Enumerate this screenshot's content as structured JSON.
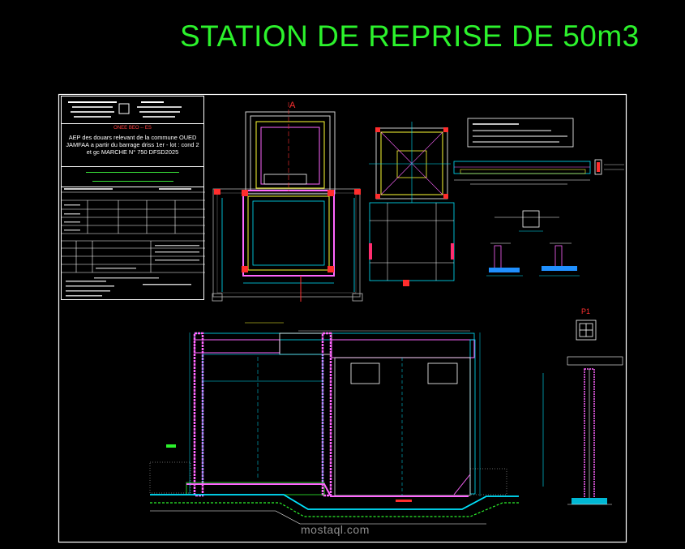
{
  "title": "STATION DE REPRISE DE 50m3",
  "title_color": "#2cf22c",
  "title_block": {
    "client_text": "ONEE BEO -- ES",
    "project_text": "AEP des douars relevant de la commune OUED JAMFAA a partir du barrage driss 1er - lot : cond 2 et gc MARCHE N° 750 DFSD2025",
    "line_1_color": "#39e639",
    "line_2_color": "#39e639"
  },
  "labels": {
    "section_a": "A",
    "p1": "P1"
  },
  "watermark": "mostaql.com",
  "colors": {
    "frame": "#ffffff",
    "wall": "#ff00ff",
    "dimension": "#00ffff",
    "axis": "#ffff00",
    "hatch": "#2cf22c",
    "accent_red": "#ff3030"
  }
}
